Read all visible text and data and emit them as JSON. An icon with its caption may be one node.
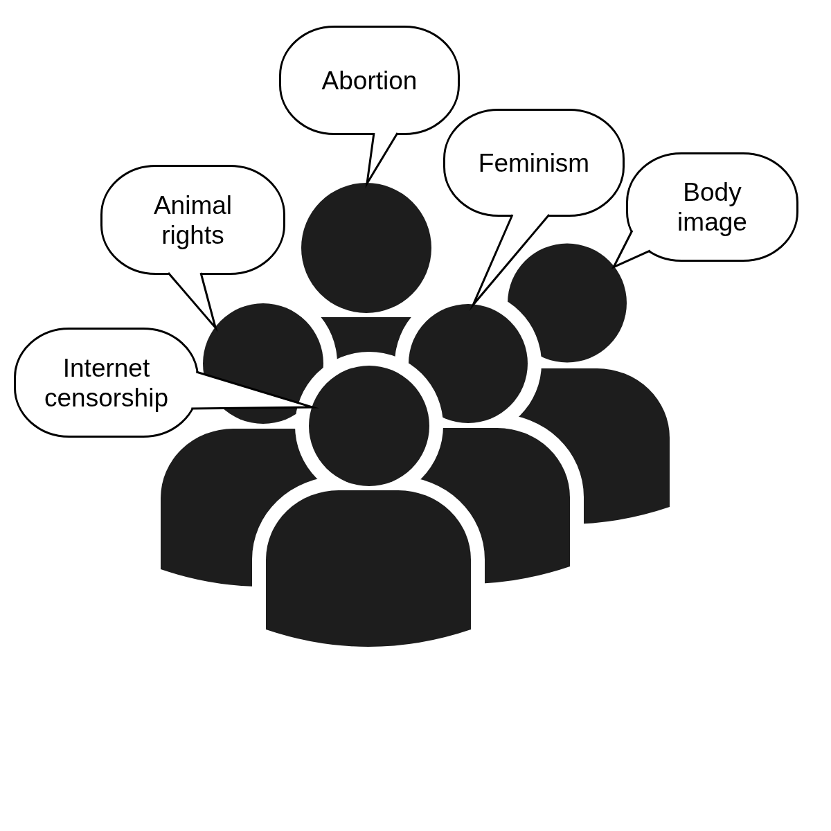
{
  "diagram": {
    "nodes": [
      {
        "text": [
          "Abortion"
        ]
      },
      {
        "text": [
          "Animal rights"
        ]
      },
      {
        "text": [
          "Feminism"
        ]
      },
      {
        "text": [
          "Body image"
        ]
      },
      {
        "text": [
          "Internet censorship"
        ]
      },
      {
        "text": [],
        "shape": "picture"
      }
    ],
    "edges": [
      {
        "from": 0,
        "to": 5,
        "arrow": "none"
      },
      {
        "from": 1,
        "to": 5,
        "arrow": "none"
      },
      {
        "from": 2,
        "to": 5,
        "arrow": "none"
      },
      {
        "from": 3,
        "to": 5,
        "arrow": "none"
      },
      {
        "from": 4,
        "to": 5,
        "arrow": "none"
      }
    ]
  }
}
